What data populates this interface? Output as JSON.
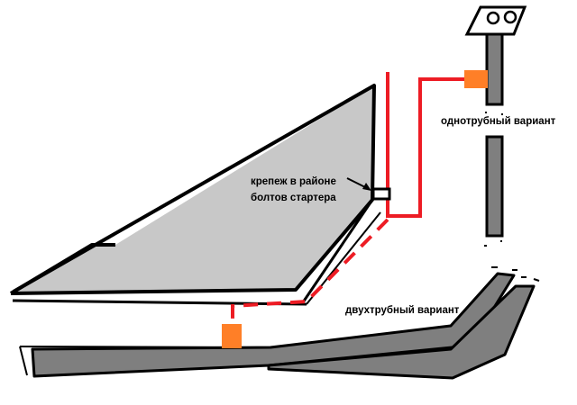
{
  "labels": {
    "mount": [
      "крепеж в районе",
      "болтов стартера"
    ],
    "single_pipe": "однотрубный вариант",
    "dual_pipe": "двухтрубный вариант"
  },
  "colors": {
    "background": "#ffffff",
    "panel_fill": "#c8c8c8",
    "pipe_fill": "#7f7f7f",
    "outline": "#000000",
    "wire": "#ed1c24",
    "sensor": "#ff7f27"
  },
  "icons": {
    "mount_bracket": "bracket-icon",
    "sensor": "sensor-icon",
    "arrow": "arrow-icon"
  }
}
